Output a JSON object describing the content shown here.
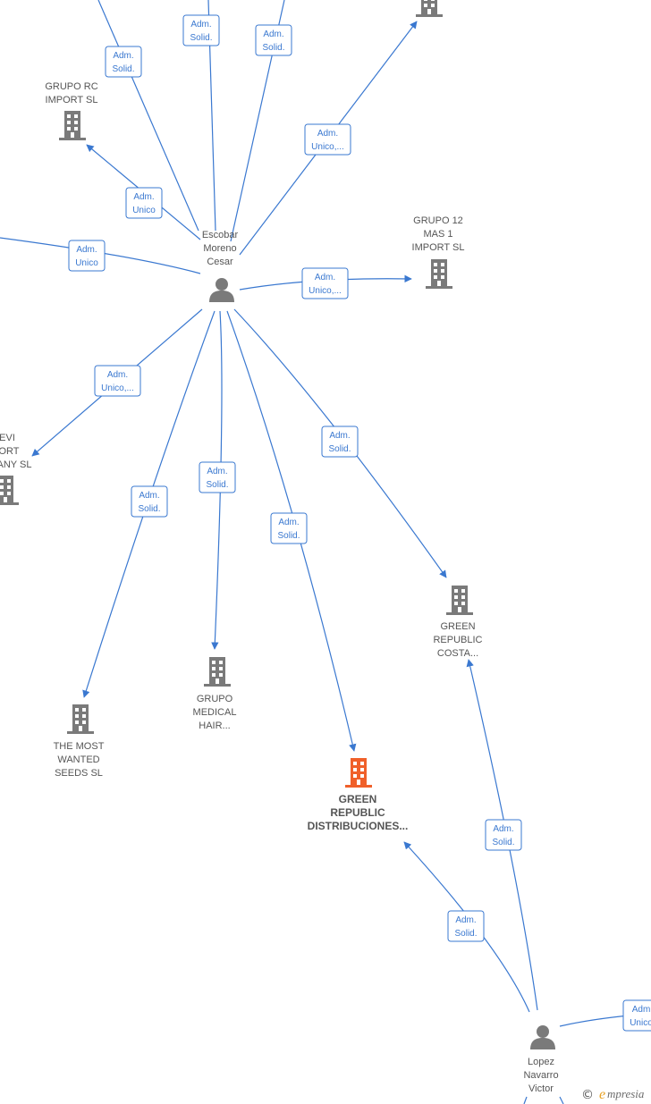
{
  "colors": {
    "edge": "#3a78d0",
    "company": "#7a7a7a",
    "focus_company": "#f0602a",
    "person": "#7a7a7a",
    "label": "#555555"
  },
  "people": [
    {
      "id": "escobar",
      "lines": [
        "Escobar",
        "Moreno",
        "Cesar"
      ],
      "icon": "person-icon"
    },
    {
      "id": "lopez",
      "lines": [
        "Lopez",
        "Navarro",
        "Victor"
      ],
      "icon": "person-icon"
    }
  ],
  "companies": [
    {
      "id": "grupo-rc",
      "lines": [
        "GRUPO RC",
        "IMPORT  SL"
      ],
      "focus": false
    },
    {
      "id": "grupo-12",
      "lines": [
        "GRUPO 12",
        "MAS 1",
        "IMPORT  SL"
      ],
      "focus": false
    },
    {
      "id": "devi",
      "lines": [
        "EVI",
        "ORT",
        "ANY  SL"
      ],
      "focus": false
    },
    {
      "id": "most-wanted",
      "lines": [
        "THE MOST",
        "WANTED",
        "SEEDS  SL"
      ],
      "focus": false
    },
    {
      "id": "medical",
      "lines": [
        "GRUPO",
        "MEDICAL",
        "HAIR..."
      ],
      "focus": false
    },
    {
      "id": "costa",
      "lines": [
        "GREEN",
        "REPUBLIC",
        "COSTA..."
      ],
      "focus": false
    },
    {
      "id": "distribuciones",
      "lines": [
        "GREEN",
        "REPUBLIC",
        "DISTRIBUCIONES..."
      ],
      "focus": true
    },
    {
      "id": "top-right",
      "lines": [],
      "focus": false
    }
  ],
  "relations": [
    {
      "id": "rel-top1",
      "lines": [
        "Adm.",
        "Solid."
      ]
    },
    {
      "id": "rel-top2",
      "lines": [
        "Adm.",
        "Solid."
      ]
    },
    {
      "id": "rel-top3",
      "lines": [
        "Adm.",
        "Solid."
      ]
    },
    {
      "id": "rel-topright",
      "lines": [
        "Adm.",
        "Unico,..."
      ]
    },
    {
      "id": "rel-grupo-rc",
      "lines": [
        "Adm.",
        "Unico"
      ]
    },
    {
      "id": "rel-left",
      "lines": [
        "Adm.",
        "Unico"
      ]
    },
    {
      "id": "rel-grupo-12",
      "lines": [
        "Adm.",
        "Unico,..."
      ]
    },
    {
      "id": "rel-devi",
      "lines": [
        "Adm.",
        "Unico,..."
      ]
    },
    {
      "id": "rel-costa",
      "lines": [
        "Adm.",
        "Solid."
      ]
    },
    {
      "id": "rel-medical",
      "lines": [
        "Adm.",
        "Solid."
      ]
    },
    {
      "id": "rel-most-wanted",
      "lines": [
        "Adm.",
        "Solid."
      ]
    },
    {
      "id": "rel-distrib",
      "lines": [
        "Adm.",
        "Solid."
      ]
    },
    {
      "id": "rel-lopez-costa",
      "lines": [
        "Adm.",
        "Solid."
      ]
    },
    {
      "id": "rel-lopez-distrib",
      "lines": [
        "Adm.",
        "Solid."
      ]
    },
    {
      "id": "rel-lopez-right",
      "lines": [
        "Adm",
        "Unico"
      ]
    }
  ],
  "watermark": {
    "copyright": "©",
    "brand_initial": "e",
    "brand_rest": "mpresia"
  }
}
